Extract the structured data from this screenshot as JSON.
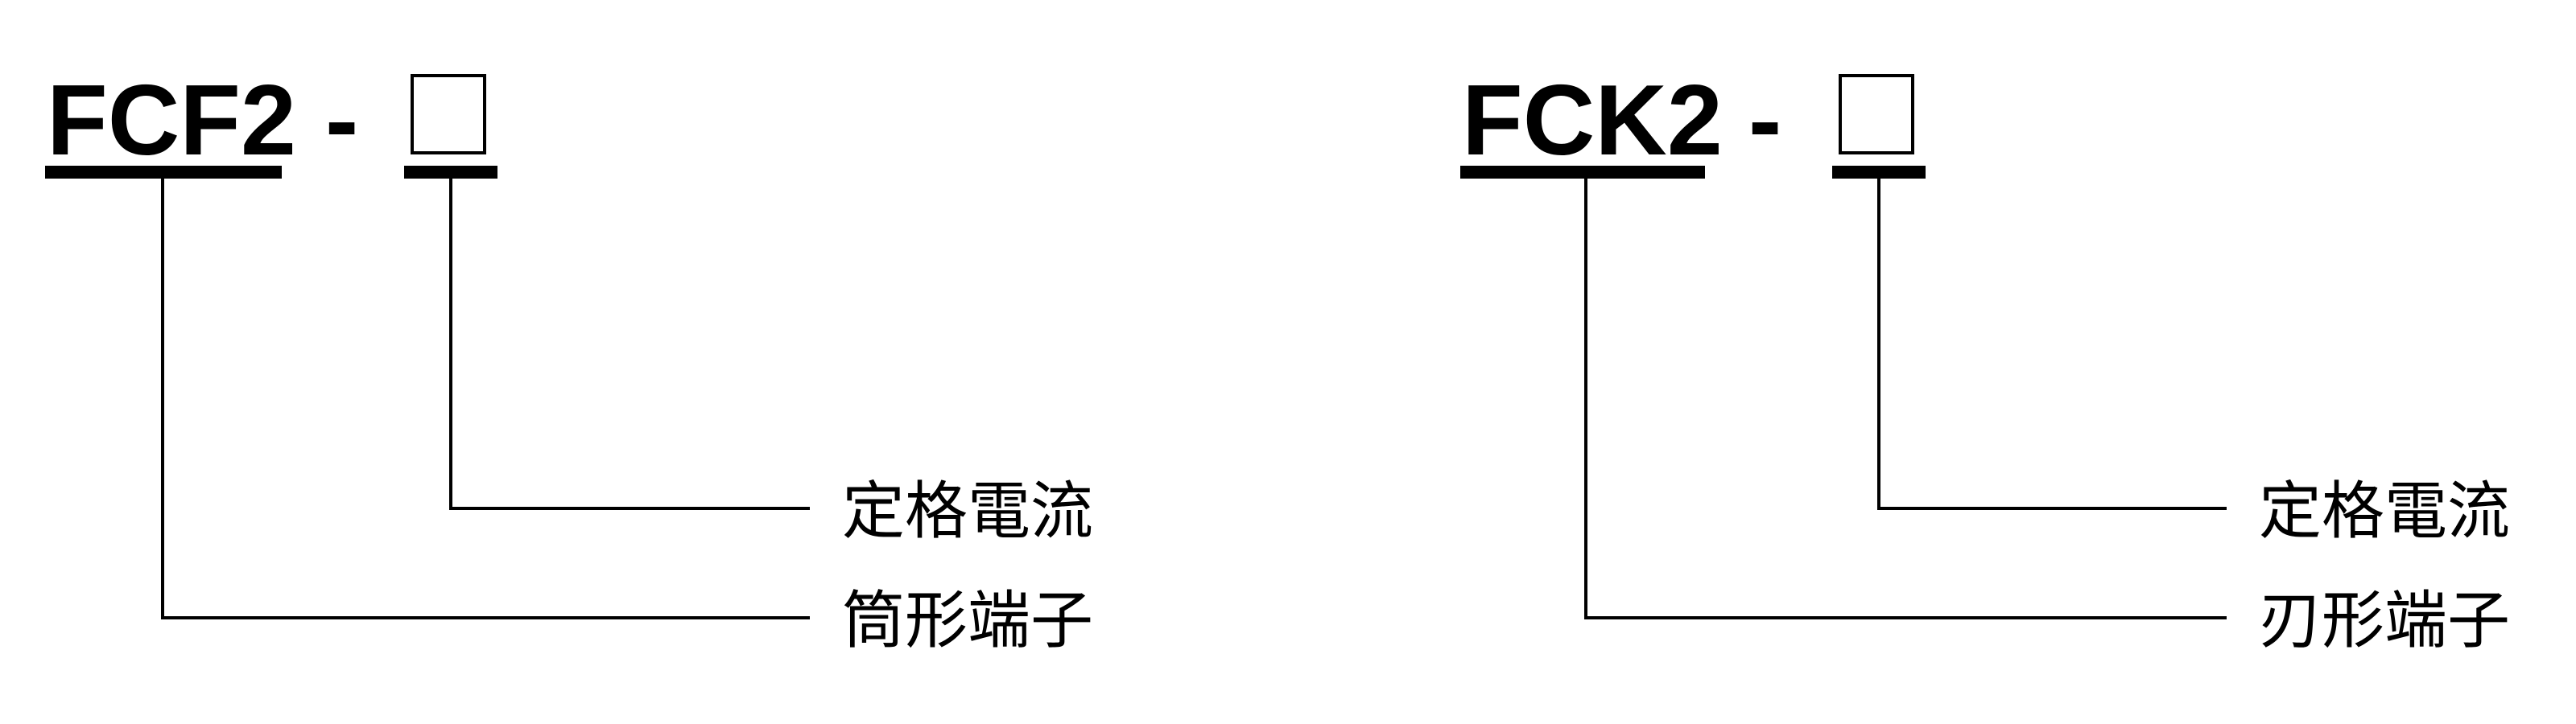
{
  "diagrams": [
    {
      "code": "FCF2",
      "separator": "-",
      "labels": {
        "rating": "定格電流",
        "terminal": "筒形端子"
      }
    },
    {
      "code": "FCK2",
      "separator": "-",
      "labels": {
        "rating": "定格電流",
        "terminal": "刃形端子"
      }
    }
  ],
  "colors": {
    "ink": "#000000",
    "background": "#ffffff"
  }
}
